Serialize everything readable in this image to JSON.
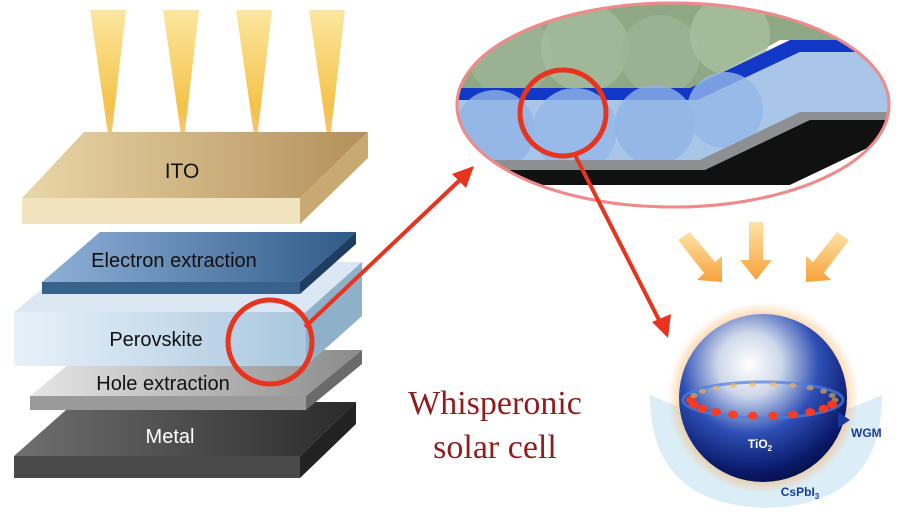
{
  "layers": {
    "ito": "ITO",
    "electron": "Electron extraction",
    "perovskite": "Perovskite",
    "hole": "Hole extraction",
    "metal": "Metal"
  },
  "title": {
    "line1": "Whisperonic",
    "line2": "solar cell"
  },
  "sphere": {
    "core_label": "TiO",
    "core_sub": "2",
    "mode_label": "WGM",
    "shell_label": "CsPbI",
    "shell_sub": "3"
  },
  "colors": {
    "ring": "#e8331f",
    "title": "#8f1d1d",
    "mode": "#1a3a9e"
  }
}
